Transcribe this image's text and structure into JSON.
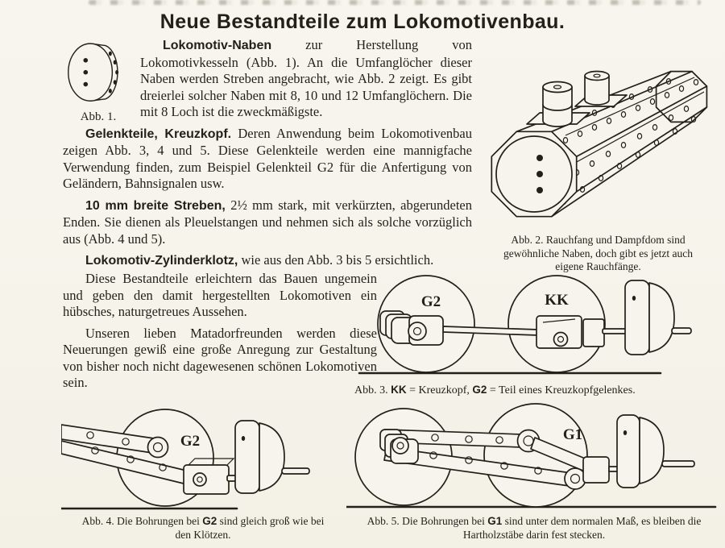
{
  "page": {
    "paper": "#f6f4ec",
    "ink": "#241f18"
  },
  "title": "Neue Bestandteile zum Lokomotivenbau.",
  "article": {
    "p1": {
      "lead": "Lokomotiv-Naben",
      "text": " zur Herstellung von Lokomotivkesseln (Abb. 1). An die Umfanglöcher dieser Naben werden Streben angebracht, wie Abb. 2 zeigt. Es gibt dreierlei solcher Naben mit 8, 10 und 12 Umfanglöchern. Die mit 8 Loch ist die zweckmäßigste."
    },
    "p2": {
      "lead": "Gelenkteile, Kreuzkopf.",
      "text": " Deren Anwendung beim Lokomotivenbau zeigen Abb. 3, 4 und 5. Diese Gelenkteile werden eine mannigfache Verwendung finden, zum Beispiel Gelenkteil G2 für die Anfertigung von Geländern, Bahnsignalen usw."
    },
    "p3": {
      "lead": "10 mm breite Streben,",
      "text": " 2½ mm stark, mit verkürzten, abgerundeten Enden. Sie dienen als Pleuelstangen und nehmen sich als solche vorzüglich aus (Abb. 4 und 5)."
    },
    "p4": {
      "lead": "Lokomotiv-Zylinderklotz,",
      "text": " wie aus den Abb. 3 bis 5 ersichtlich."
    },
    "p5": {
      "text": "Diese Bestandteile erleichtern das Bauen ungemein und geben den damit hergestellten Lokomotiven ein hübsches, naturgetreues Aussehen."
    },
    "p6": {
      "text": "Unseren lieben Matadorfreunden werden diese Neuerungen gewiß eine große Anregung zur Gestaltung von bisher noch nicht dagewesenen schönen Lokomotiven sein."
    }
  },
  "figures": {
    "abb1": {
      "label": "Abb. 1."
    },
    "abb2": {
      "caption": "Abb. 2. Rauchfang und Dampfdom sind gewöhnliche Naben, doch gibt es jetzt auch eigene Rauchfänge."
    },
    "abb3": {
      "wheel_label_left": "G2",
      "wheel_label_right": "KK",
      "caption_prefix": "Abb. 3. ",
      "caption_bold1": "KK",
      "caption_mid": " = Kreuzkopf, ",
      "caption_bold2": "G2",
      "caption_suffix": " = Teil eines Kreuzkopfgelenkes."
    },
    "abb4": {
      "wheel_label": "G2",
      "caption_prefix": "Abb. 4. Die Bohrungen bei ",
      "caption_bold": "G2",
      "caption_suffix": " sind gleich groß wie bei den Klötzen."
    },
    "abb5": {
      "wheel_label": "G1",
      "caption_prefix": "Abb. 5. Die Bohrungen bei ",
      "caption_bold": "G1",
      "caption_suffix": " sind unter dem normalen Maß, es bleiben die Hartholzstäbe darin fest stecken."
    }
  }
}
